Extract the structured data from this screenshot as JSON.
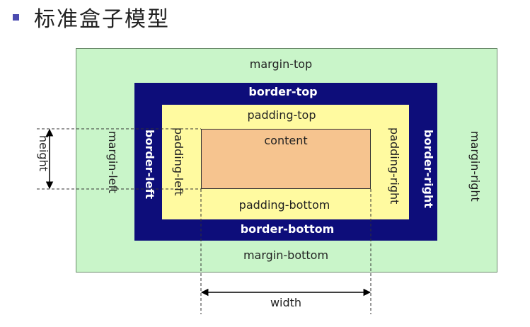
{
  "title": "标准盒子模型",
  "labels": {
    "margin_top": "margin-top",
    "margin_bottom": "margin-bottom",
    "margin_left": "margin-left",
    "margin_right": "margin-right",
    "border_top": "border-top",
    "border_bottom": "border-bottom",
    "border_left": "border-left",
    "border_right": "border-right",
    "padding_top": "padding-top",
    "padding_bottom": "padding-bottom",
    "padding_left": "padding-left",
    "padding_right": "padding-right",
    "content": "content",
    "width": "width",
    "height": "height"
  },
  "colors": {
    "margin": "#c9f5c9",
    "border": "#0d0d7a",
    "padding": "#fffaa0",
    "content": "#f6c48f",
    "bullet": "#4b4bb0"
  }
}
